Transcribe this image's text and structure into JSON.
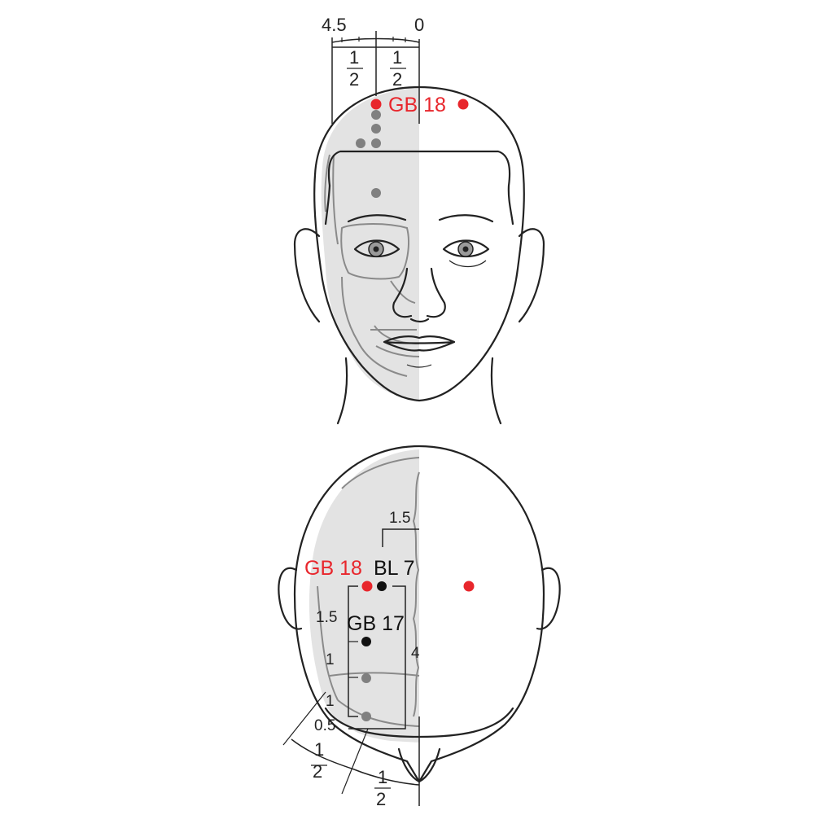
{
  "colors": {
    "target_point": "#e8262c",
    "other_point": "#808080",
    "reference_point": "#111111",
    "skull_shade": "#e3e3e3",
    "outline": "#222222"
  },
  "front_view": {
    "measure_left": "4.5",
    "measure_right": "0",
    "fraction_numerator": "1",
    "fraction_denominator": "2",
    "target_label": "GB 18"
  },
  "back_view": {
    "target_label": "GB 18",
    "reference_1_label": "BL 7",
    "reference_2_label": "GB 17",
    "dim_top": "1.5",
    "dim_left_1": "1.5",
    "dim_left_2": "1",
    "dim_left_3": "1",
    "dim_left_4": "0.5",
    "dim_right": "4",
    "fraction_numerator": "1",
    "fraction_denominator": "2"
  }
}
